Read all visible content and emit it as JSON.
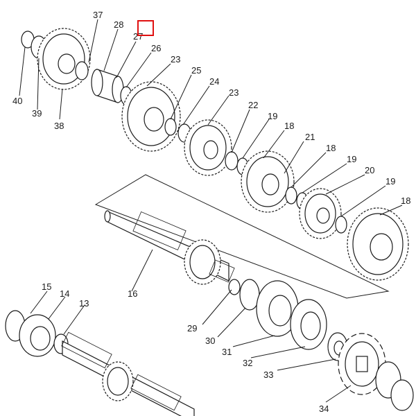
{
  "diagram": {
    "labels": {
      "p37": "37",
      "p28": "28",
      "p27": "27",
      "p26": "26",
      "p23a": "23",
      "p25": "25",
      "p24": "24",
      "p23b": "23",
      "p22": "22",
      "p19a": "19",
      "p18a": "18",
      "p21": "21",
      "p18b": "18",
      "p19b": "19",
      "p20": "20",
      "p19c": "19",
      "p18c": "18",
      "p40": "40",
      "p39": "39",
      "p38": "38",
      "p16": "16",
      "p15": "15",
      "p14": "14",
      "p13": "13",
      "p29": "29",
      "p30": "30",
      "p31": "31",
      "p32": "32",
      "p33": "33",
      "p34": "34"
    }
  }
}
